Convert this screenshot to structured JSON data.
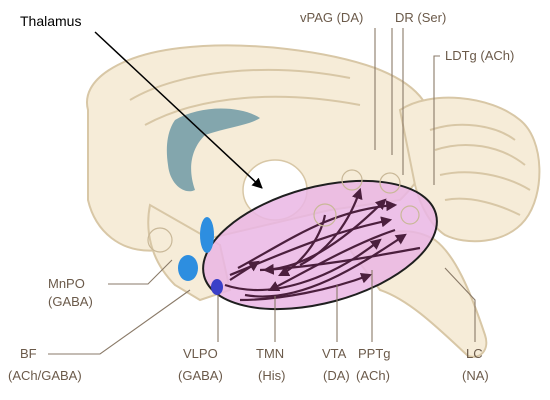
{
  "title_label": "Thalamus",
  "labels": {
    "vpag": "vPAG (DA)",
    "dr": "DR (Ser)",
    "ldtg": "LDTg (ACh)",
    "mnpo_1": "MnPO",
    "mnpo_2": "(GABA)",
    "bf_1": "BF",
    "bf_2": "(ACh/GABA)",
    "vlpo_1": "VLPO",
    "vlpo_2": "(GABA)",
    "tmn_1": "TMN",
    "tmn_2": "(His)",
    "vta_1": "VTA",
    "vta_2": "(DA)",
    "pptg_1": "PPTg",
    "pptg_2": "(ACh)",
    "lc_1": "LC",
    "lc_2": "(NA)"
  },
  "colors": {
    "brain_fill": "#f6ecd8",
    "brain_stroke": "#d8c7a6",
    "ventricle": "#6f9aa6",
    "highlight_fill": "#eab6e4",
    "highlight_stroke": "#1f1f1f",
    "pathway": "#4b1f3d",
    "nucleus_blue": "#2d8ee0",
    "nucleus_dark_blue": "#3a3fc8",
    "label_text": "#6b5a4a"
  }
}
